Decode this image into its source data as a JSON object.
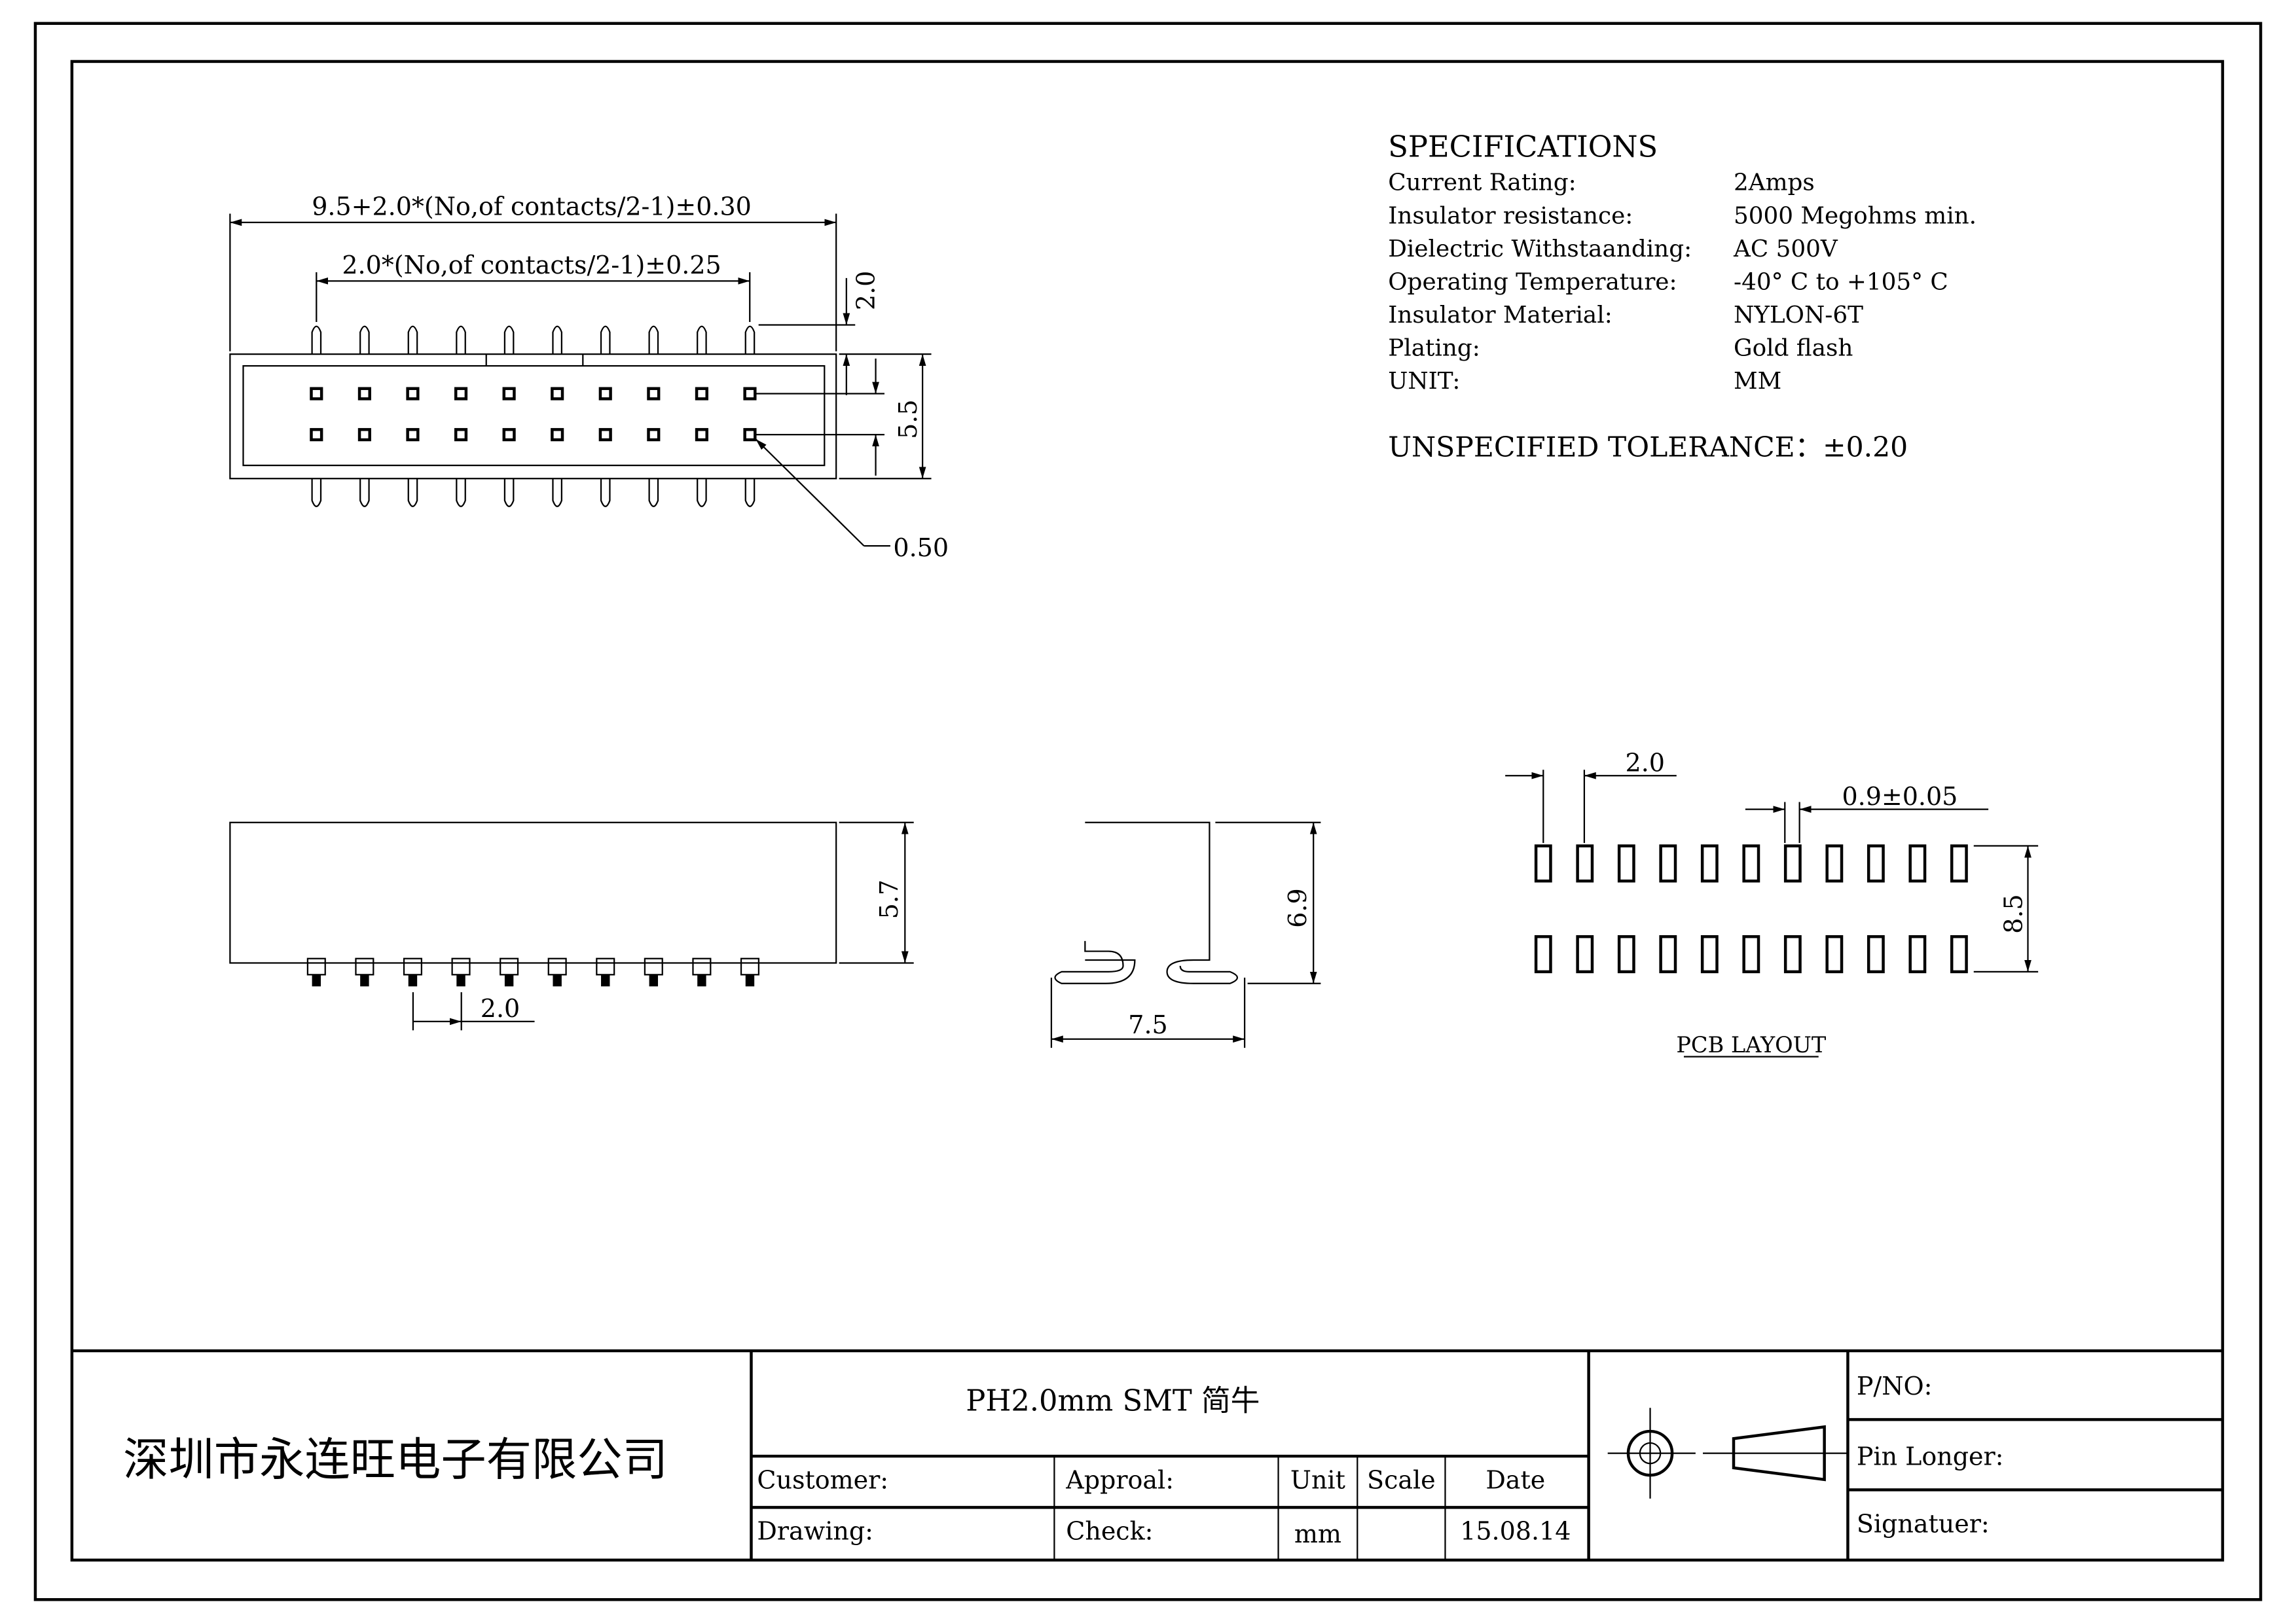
{
  "specs": {
    "title": "SPECIFICATIONS",
    "rows": [
      {
        "label": "Current Rating:",
        "value": "2Amps"
      },
      {
        "label": "Insulator resistance:",
        "value": "5000 Megohms min."
      },
      {
        "label": "Dielectric Withstaanding:",
        "value": "AC 500V"
      },
      {
        "label": "Operating Temperature:",
        "value": "-40° C to +105° C"
      },
      {
        "label": "Insulator Material:",
        "value": "NYLON-6T"
      },
      {
        "label": "Plating:",
        "value": "Gold flash"
      },
      {
        "label": "UNIT:",
        "value": "MM"
      }
    ],
    "tolerance": "UNSPECIFIED TOLERANCE：±0.20"
  },
  "top_view": {
    "dim_overall": "9.5+2.0*(No,of contacts/2-1)±0.30",
    "dim_pitch_span": "2.0*(No,of contacts/2-1)±0.25",
    "dim_pin_height": "2.0",
    "dim_row": "5.5",
    "dim_pin": "0.50",
    "pins_per_row": 10
  },
  "side_view": {
    "dim_height": "5.7",
    "dim_pitch": "2.0"
  },
  "end_view": {
    "dim_height": "6.9",
    "dim_width": "7.5"
  },
  "pcb_layout": {
    "title": "PCB LAYOUT",
    "dim_pitch": "2.0",
    "dim_pad": "0.9±0.05",
    "dim_rows": "8.5",
    "pads_per_row": 11
  },
  "title_block": {
    "company": "深圳市永连旺电子有限公司",
    "product": "PH2.0mm SMT 简牛",
    "customer": "Customer:",
    "approval": "Approal:",
    "unit_label": "Unit",
    "scale_label": "Scale",
    "date_label": "Date",
    "drawing": "Drawing:",
    "check": "Check:",
    "unit_value": "mm",
    "date_value": "15.08.14",
    "pno": "P/NO:",
    "pin_longer": "Pin Longer:",
    "signature": "Signatuer:"
  }
}
